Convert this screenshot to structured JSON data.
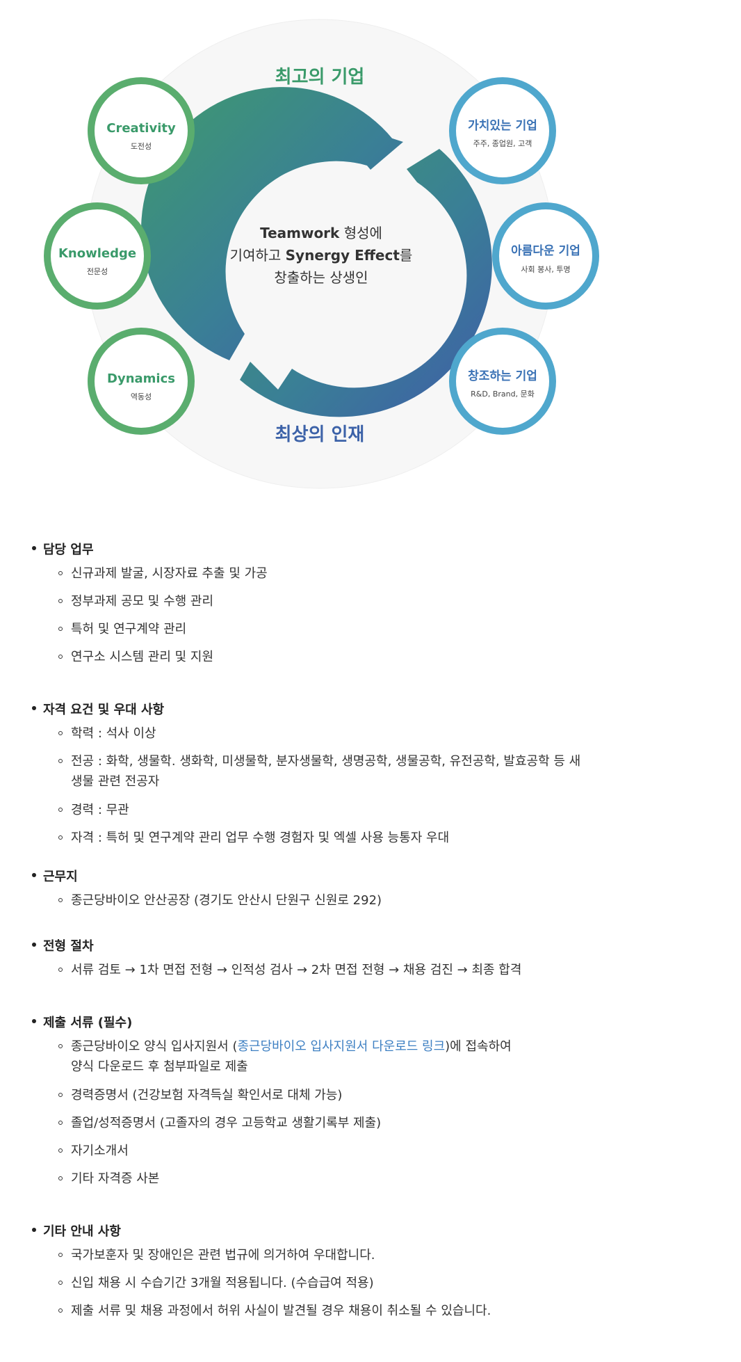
{
  "diagram": {
    "top_label": "최고의 기업",
    "bottom_label": "최상의 인재",
    "center": {
      "line1_bold": "Teamwork",
      "line1_rest": " 형성에",
      "line2_pre": "기여하고 ",
      "line2_bold": "Synergy Effect",
      "line2_post": "를",
      "line3": "창출하는 상생인"
    },
    "left_circles": [
      {
        "title": "Creativity",
        "sub": "도전성"
      },
      {
        "title": "Knowledge",
        "sub": "전문성"
      },
      {
        "title": "Dynamics",
        "sub": "역동성"
      }
    ],
    "right_circles": [
      {
        "title": "가치있는 기업",
        "sub": "주주, 종업원, 고객"
      },
      {
        "title": "아름다운 기업",
        "sub": "사회 봉사, 투명"
      },
      {
        "title": "창조하는 기업",
        "sub": "R&D, Brand, 문화"
      }
    ],
    "colors": {
      "green_ring": "#5aad6e",
      "green_text": "#3a9a6a",
      "blue_ring": "#4fa7cd",
      "blue_text": "#3a72b5",
      "arrow_green": "#3c9a72",
      "arrow_blue": "#3d62a8"
    }
  },
  "sections": {
    "duty": {
      "title": "담당 업무",
      "items": [
        "신규과제 발굴, 시장자료 추출 및 가공",
        "정부과제 공모 및 수행 관리",
        "특허 및 연구계약 관리",
        "연구소 시스템 관리 및 지원"
      ]
    },
    "qual": {
      "title": "자격 요건 및 우대 사항",
      "items": [
        "학력 : 석사 이상",
        "전공 : 화학, 생물학. 생화학, 미생물학, 분자생물학, 생명공학, 생물공학, 유전공학, 발효공학 등 새",
        "생물 관련 전공자",
        "경력 : 무관",
        "자격 : 특허 및 연구계약 관리 업무 수행 경험자 및 엑셀 사용 능통자 우대"
      ]
    },
    "location": {
      "title": "근무지",
      "items": [
        "종근당바이오 안산공장 (경기도 안산시 단원구 신원로 292)"
      ]
    },
    "process": {
      "title": "전형 절차",
      "items": [
        "서류 검토 → 1차 면접 전형 → 인적성 검사 → 2차 면접 전형 → 채용 검진 → 최종 합격"
      ]
    },
    "docs": {
      "title": "제출 서류 (필수)",
      "item0_pre": "종근당바이오 양식 입사지원서 (",
      "item0_link": "종근당바이오 입사지원서 다운로드 링크",
      "item0_post": ")에 접속하여",
      "item0_line2": "양식 다운로드 후 첨부파일로 제출",
      "items": [
        "경력증명서 (건강보험 자격득실 확인서로 대체 가능)",
        "졸업/성적증명서 (고졸자의 경우 고등학교 생활기록부 제출)",
        "자기소개서",
        "기타 자격증 사본"
      ]
    },
    "etc": {
      "title": "기타 안내 사항",
      "items": [
        "국가보훈자 및 장애인은 관련 법규에 의거하여 우대합니다.",
        "신입 채용 시 수습기간 3개월 적용됩니다. (수습급여 적용)",
        "제출 서류 및 채용 과정에서 허위 사실이 발견될 경우 채용이 취소될 수 있습니다."
      ]
    }
  }
}
